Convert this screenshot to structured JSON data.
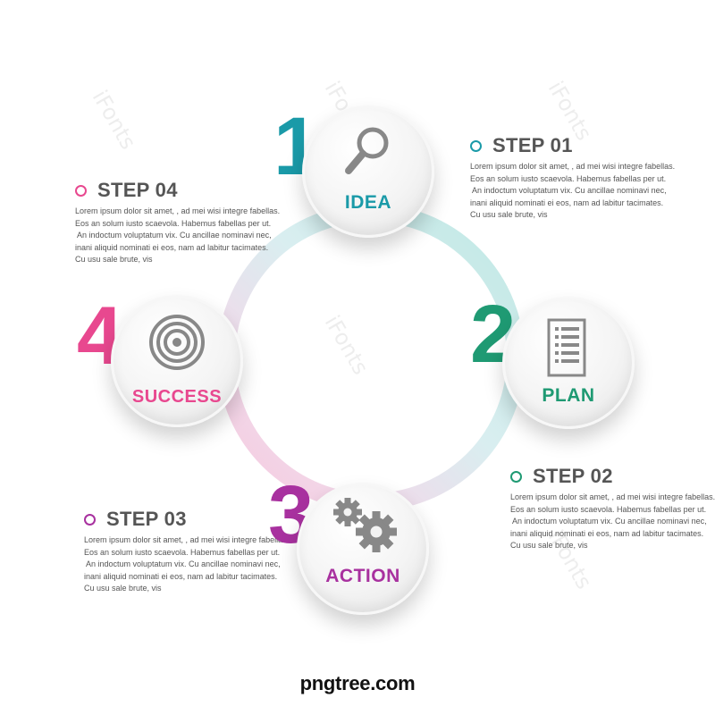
{
  "colors": {
    "idea": "#1a9aa8",
    "plan": "#1f9a73",
    "action": "#a8319f",
    "success": "#e8488f",
    "icon_gray": "#888888",
    "text_gray": "#555555"
  },
  "nodes": [
    {
      "id": "idea",
      "number": "1",
      "label": "IDEA",
      "icon": "magnifier-icon"
    },
    {
      "id": "plan",
      "number": "2",
      "label": "PLAN",
      "icon": "document-icon"
    },
    {
      "id": "action",
      "number": "3",
      "label": "ACTION",
      "icon": "gears-icon"
    },
    {
      "id": "success",
      "number": "4",
      "label": "SUCCESS",
      "icon": "target-icon"
    }
  ],
  "steps": [
    {
      "title": "STEP 01",
      "text": "Lorem ipsum dolor sit amet, , ad mei wisi integre fabellas.\nEos an solum iusto scaevola. Habemus fabellas per ut.\n An indoctum voluptatum vix. Cu ancillae nominavi nec,\ninani aliquid nominati ei eos, nam ad labitur tacimates.\nCu usu sale brute, vis"
    },
    {
      "title": "STEP 02",
      "text": "Lorem ipsum dolor sit amet, , ad mei wisi integre fabellas.\nEos an solum iusto scaevola. Habemus fabellas per ut.\n An indoctum voluptatum vix. Cu ancillae nominavi nec,\ninani aliquid nominati ei eos, nam ad labitur tacimates.\nCu usu sale brute, vis"
    },
    {
      "title": "STEP 03",
      "text": "Lorem ipsum dolor sit amet, , ad mei wisi integre fabellas.\nEos an solum iusto scaevola. Habemus fabellas per ut.\n An indoctum voluptatum vix. Cu ancillae nominavi nec,\ninani aliquid nominati ei eos, nam ad labitur tacimates.\nCu usu sale brute, vis"
    },
    {
      "title": "STEP 04",
      "text": "Lorem ipsum dolor sit amet, , ad mei wisi integre fabellas.\nEos an solum iusto scaevola. Habemus fabellas per ut.\n An indoctum voluptatum vix. Cu ancillae nominavi nec,\ninani aliquid nominati ei eos, nam ad labitur tacimates.\nCu usu sale brute, vis"
    }
  ],
  "watermark": "iFonts",
  "logo": "pngtree.com"
}
